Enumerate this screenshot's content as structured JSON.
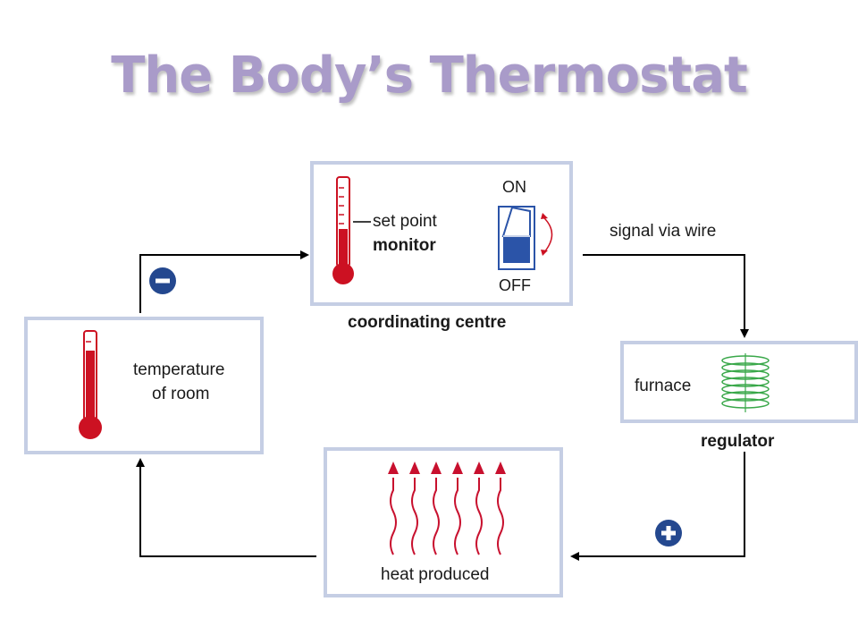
{
  "title": "The Body’s Thermostat",
  "colors": {
    "title": "#a99bc9",
    "box_border": "#c5cee4",
    "thermometer_red": "#cc1122",
    "switch_blue": "#2b54a8",
    "coil_green": "#3aa84a",
    "heat_red": "#c8102e",
    "badge_blue": "#24488f"
  },
  "coordinating_centre": {
    "set_point": "set point",
    "monitor": "monitor",
    "switch_on": "ON",
    "switch_off": "OFF",
    "caption": "coordinating centre"
  },
  "signal_label": "signal via wire",
  "regulator": {
    "furnace": "furnace",
    "caption": "regulator"
  },
  "room": {
    "line1": "temperature",
    "line2": "of room"
  },
  "heat": {
    "caption": "heat produced"
  },
  "badges": {
    "negative": "−",
    "positive": "+"
  },
  "icons": [
    "thermometer-icon",
    "switch-icon",
    "coil-icon",
    "heat-arrows-icon",
    "minus-icon",
    "plus-icon"
  ]
}
